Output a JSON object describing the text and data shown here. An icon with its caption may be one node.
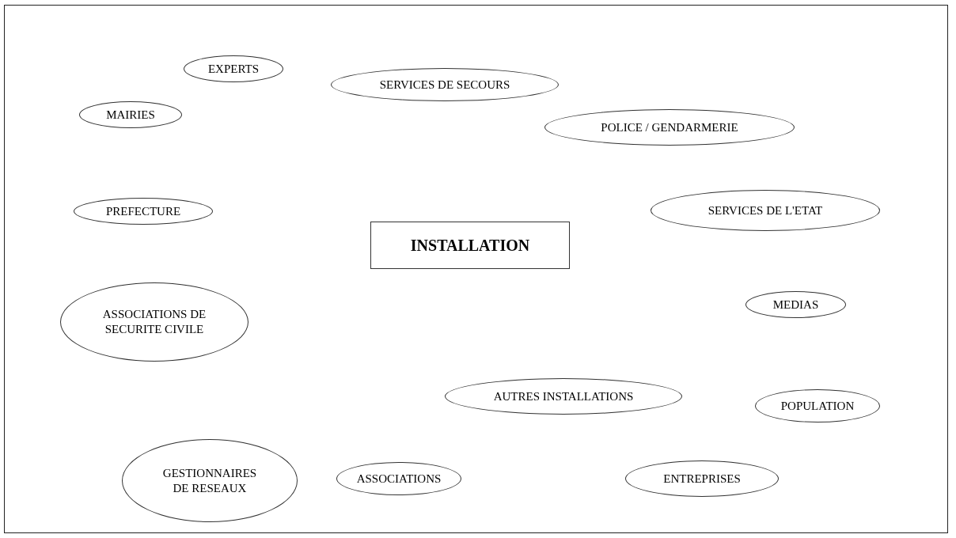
{
  "diagram": {
    "nodes": [
      {
        "text": [
          "EXPERTS"
        ]
      },
      {
        "text": [
          "SERVICES DE SECOURS"
        ]
      },
      {
        "text": [
          "MAIRIES"
        ]
      },
      {
        "text": [
          "POLICE / GENDARMERIE"
        ]
      },
      {
        "text": [
          "SERVICES DE L'ETAT"
        ]
      },
      {
        "text": [
          "PREFECTURE"
        ]
      },
      {
        "text": [
          "INSTALLATION"
        ]
      },
      {
        "text": [
          "MEDIAS"
        ]
      },
      {
        "text": [
          "ASSOCIATIONS DE SECURITE CIVILE"
        ]
      },
      {
        "text": [
          "AUTRES INSTALLATIONS"
        ]
      },
      {
        "text": [
          "POPULATION"
        ]
      },
      {
        "text": [
          "GESTIONNAIRES DE RESEAUX"
        ]
      },
      {
        "text": [
          "ASSOCIATIONS"
        ]
      },
      {
        "text": [
          "ENTREPRISES"
        ]
      }
    ]
  }
}
